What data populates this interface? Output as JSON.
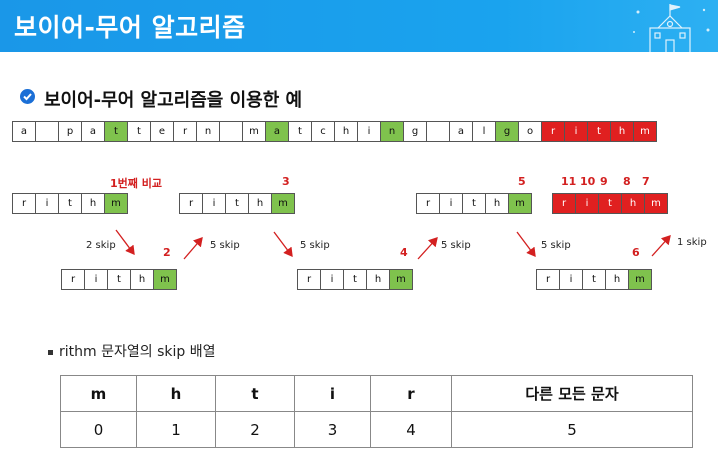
{
  "header": {
    "title": "보이어-무어 알고리즘"
  },
  "section": {
    "title": "보이어-무어 알고리즘을 이용한 예"
  },
  "text_row": {
    "chars": [
      "a",
      "",
      "p",
      "a",
      "t",
      "t",
      "e",
      "r",
      "n",
      "",
      "m",
      "a",
      "t",
      "c",
      "h",
      "i",
      "n",
      "g",
      "",
      "a",
      "l",
      "g",
      "o",
      "r",
      "i",
      "t",
      "h",
      "m"
    ],
    "highlight_green": [
      4,
      11,
      16,
      21
    ],
    "highlight_red": [
      23,
      24,
      25,
      26,
      27
    ]
  },
  "pattern": [
    "r",
    "i",
    "t",
    "h",
    "m"
  ],
  "labels": {
    "step1": "1번째 비교",
    "step2": "2",
    "step3": "3",
    "step4": "4",
    "step5": "5",
    "step6": "6",
    "l11": "11",
    "l10": "10",
    "l9": "9",
    "l8": "8",
    "l7": "7"
  },
  "skips": {
    "s1": "2 skip",
    "s2": "5 skip",
    "s3": "5 skip",
    "s4": "5 skip",
    "s5": "5 skip",
    "s6": "1 skip"
  },
  "bullet_text": "rithm 문자열의 skip 배열",
  "skip_table": {
    "headers": [
      "m",
      "h",
      "t",
      "i",
      "r",
      "다른 모든 문자"
    ],
    "values": [
      "0",
      "1",
      "2",
      "3",
      "4",
      "5"
    ]
  },
  "colors": {
    "header_blue": "#1a97e8",
    "green": "#7fc24d",
    "red": "#e02020",
    "label_red": "#d32020"
  }
}
